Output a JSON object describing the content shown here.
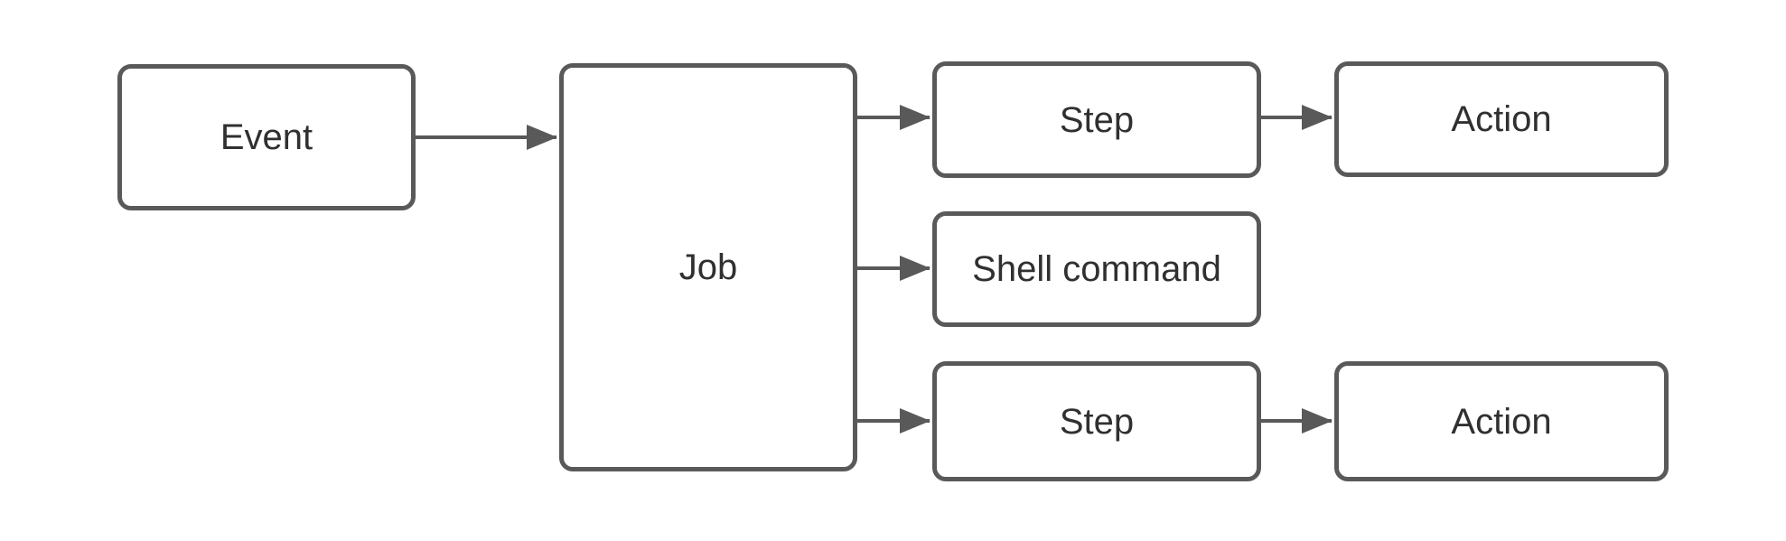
{
  "diagram": {
    "type": "flowchart",
    "direction": "left-to-right",
    "nodes": [
      {
        "id": "event",
        "label": "Event"
      },
      {
        "id": "job",
        "label": "Job"
      },
      {
        "id": "step-top",
        "label": "Step"
      },
      {
        "id": "action-top",
        "label": "Action"
      },
      {
        "id": "shell-command",
        "label": "Shell command"
      },
      {
        "id": "step-bottom",
        "label": "Step"
      },
      {
        "id": "action-bottom",
        "label": "Action"
      }
    ],
    "edges": [
      {
        "from": "event",
        "to": "job"
      },
      {
        "from": "job",
        "to": "step-top"
      },
      {
        "from": "job",
        "to": "shell-command"
      },
      {
        "from": "job",
        "to": "step-bottom"
      },
      {
        "from": "step-top",
        "to": "action-top"
      },
      {
        "from": "step-bottom",
        "to": "action-bottom"
      }
    ],
    "colors": {
      "background": "#ffffff",
      "node_fill": "#ffffff",
      "node_stroke": "#595959",
      "edge_stroke": "#595959",
      "text": "#303030"
    }
  }
}
